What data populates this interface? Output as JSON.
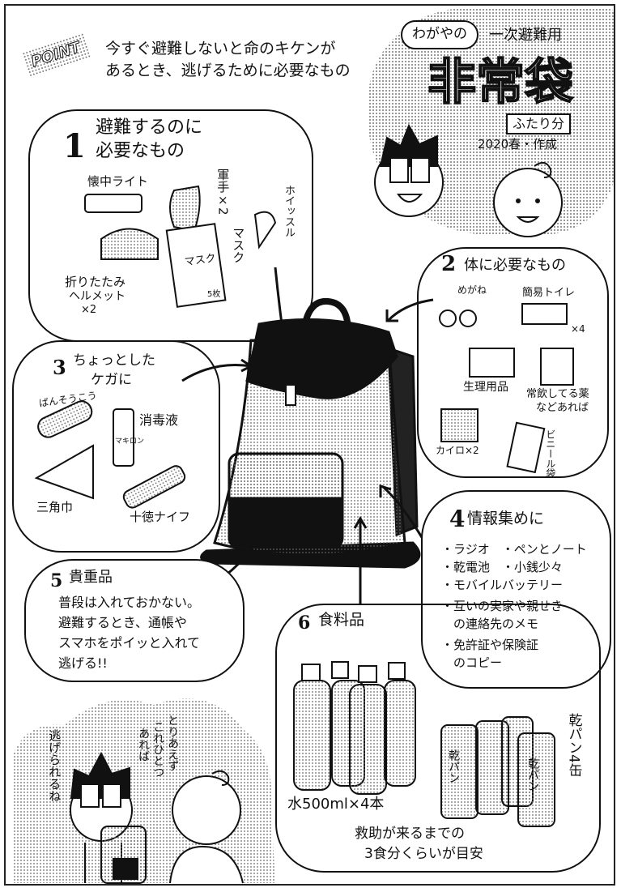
{
  "header": {
    "point_badge": "POINT",
    "point_line1": "今すぐ避難しないと命のキケンが",
    "point_line2": "あるとき、逃げるために必要なもの"
  },
  "title": {
    "bubble": "わがやの",
    "subtitle": "一次避難用",
    "main": "非常袋",
    "for_two": "ふたり分",
    "date": "2020春・作成"
  },
  "sections": {
    "s1": {
      "num": "1",
      "title1": "避難するのに",
      "title2": "必要なもの",
      "items": {
        "light": "懐中ライト",
        "gloves": "軍手×2",
        "whistle": "ホイッスル",
        "helmet1": "折りたたみ",
        "helmet2": "ヘルメット",
        "helmet3": "×2",
        "mask": "マスク",
        "mask_pack": "マスク",
        "mask_count": "5枚"
      }
    },
    "s2": {
      "num": "2",
      "title": "体に必要なもの",
      "items": {
        "glasses": "めがね",
        "toilet": "簡易トイレ",
        "toilet_count": "×4",
        "sanitary": "生理用品",
        "medicine1": "常飲してる薬",
        "medicine2": "などあれば",
        "kairo": "カイロ×2",
        "bag": "ビニール袋"
      }
    },
    "s3": {
      "num": "3",
      "title1": "ちょっとした",
      "title2": "ケガに",
      "items": {
        "bandage": "ばんそうこう",
        "disinfectant": "消毒液",
        "bottle_label": "マキロン",
        "triangle": "三角巾",
        "knife": "十徳ナイフ"
      }
    },
    "s4": {
      "num": "4",
      "title": "情報集めに",
      "lines": [
        "・ラジオ　・ペンとノート",
        "・乾電池　・小銭少々",
        "・モバイルバッテリー",
        "・互いの実家や親せき",
        "　の連絡先のメモ",
        "・免許証や保険証",
        "　のコピー"
      ]
    },
    "s5": {
      "num": "5",
      "title": "貴重品",
      "lines": [
        "普段は入れておかない。",
        "避難するとき、通帳や",
        "スマホをポイッと入れて",
        "逃げる!!"
      ]
    },
    "s6": {
      "num": "6",
      "title": "食料品",
      "water": "水500ml×4本",
      "can_label": "乾パン",
      "cans": "乾パン4缶",
      "note1": "救助が来るまでの",
      "note2": "3食分くらいが目安"
    }
  },
  "dialogue": {
    "man": "逃げられるね",
    "woman": [
      "とりあえず",
      "これひとつ",
      "あれば"
    ]
  },
  "colors": {
    "ink": "#111111",
    "screentone": "#777777",
    "paper": "#ffffff"
  }
}
